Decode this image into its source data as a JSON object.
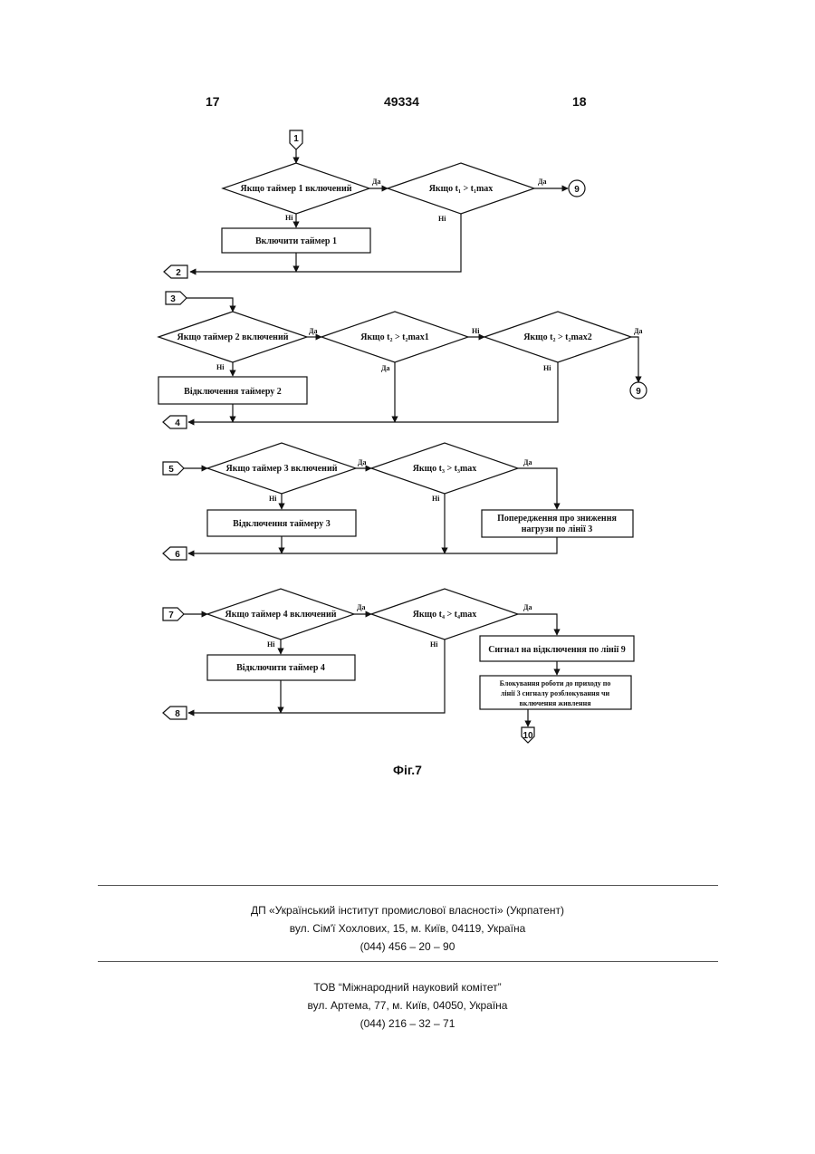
{
  "header": {
    "left_page": "17",
    "patent_number": "49334",
    "right_page": "18"
  },
  "flowchart": {
    "connectors": [
      "1",
      "2",
      "3",
      "4",
      "5",
      "6",
      "7",
      "8",
      "9",
      "10"
    ],
    "yes": "Да",
    "no": "Ні",
    "section1": {
      "cond1": "Якщо таймер 1 включений",
      "cond2": "Якщо t₁ > t₁max",
      "action": "Включити таймер 1"
    },
    "section2": {
      "cond1": "Якщо таймер 2 включений",
      "cond2": "Якщо t₂ > t₂max1",
      "cond3": "Якщо t₂ > t₂max2",
      "action": "Відключення таймеру 2"
    },
    "section3": {
      "cond1": "Якщо таймер 3 включений",
      "cond2": "Якщо t₃ > t₃max",
      "action": "Відключення таймеру 3",
      "warning_line1": "Попередження про зниження",
      "warning_line2": "нагрузи по лінії 3"
    },
    "section4": {
      "cond1": "Якщо таймер 4 включений",
      "cond2": "Якщо t₄ > t₄max",
      "action": "Відключити таймер 4",
      "signal": "Сигнал на відключення по лінії 9",
      "block_line1": "Блокування роботи до приходу по",
      "block_line2": "лінії 3 сигналу розблокування чи",
      "block_line3": "включення живлення"
    }
  },
  "caption": "Фіг.7",
  "footer1": {
    "org": "ДП «Український інститут промислової власності» (Укрпатент)",
    "address": "вул. Сім'ї Хохлових, 15, м. Київ, 04119, Україна",
    "phone": "(044) 456 – 20 – 90"
  },
  "footer2": {
    "org": "ТОВ “Міжнародний науковий комітет”",
    "address": "вул. Артема, 77, м. Київ, 04050, Україна",
    "phone": "(044) 216 – 32 – 71"
  }
}
